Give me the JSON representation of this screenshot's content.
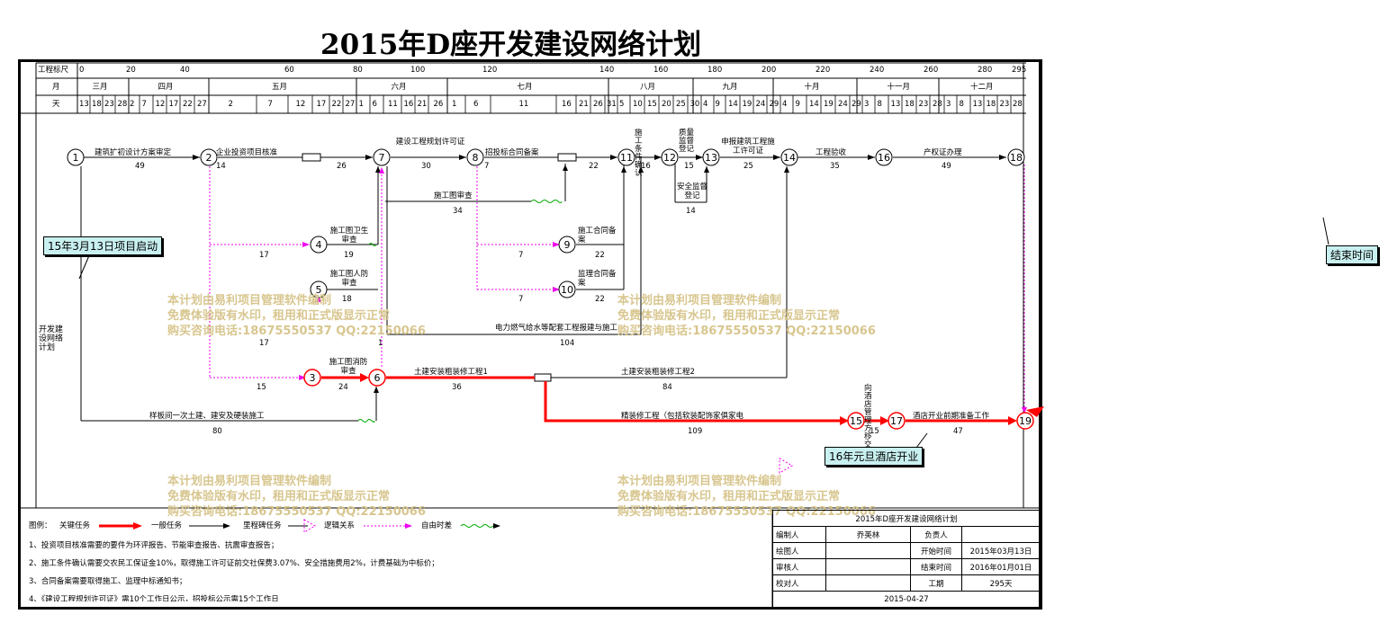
{
  "title": "2015年D座开发建设网络计划",
  "header": {
    "ruler_label": "工程标尺",
    "ruler_ticks": [
      "0",
      "20",
      "40",
      "60",
      "80",
      "100",
      "120",
      "140",
      "160",
      "180",
      "200",
      "220",
      "240",
      "260",
      "280",
      "295"
    ],
    "month_label": "月",
    "months": [
      "三月",
      "四月",
      "五月",
      "六月",
      "七月",
      "八月",
      "九月",
      "十月",
      "十一月",
      "十二月"
    ],
    "day_label": "天",
    "days": [
      "13",
      "18",
      "23",
      "28",
      "2",
      "7",
      "12",
      "17",
      "22",
      "27",
      "2",
      "7",
      "12",
      "17",
      "22",
      "27",
      "1",
      "6",
      "11",
      "16",
      "21",
      "26",
      "1",
      "6",
      "11",
      "16",
      "21",
      "26",
      "31",
      "5",
      "10",
      "15",
      "20",
      "25",
      "30",
      "4",
      "9",
      "14",
      "19",
      "24",
      "29",
      "4",
      "9",
      "14",
      "19",
      "24",
      "29",
      "3",
      "8",
      "13",
      "18",
      "23",
      "28",
      "3",
      "8",
      "13",
      "18",
      "23",
      "28"
    ]
  },
  "side_label": "开发建\n设网络\n计划",
  "nodes": [
    "1",
    "2",
    "3",
    "4",
    "5",
    "6",
    "7",
    "8",
    "9",
    "10",
    "11",
    "12",
    "13",
    "14",
    "15",
    "16",
    "17",
    "18",
    "19"
  ],
  "tasks": [
    {
      "name": "建筑扩初设计方案审定",
      "duration": "49"
    },
    {
      "name": "企业投资项目核准",
      "duration": "14"
    },
    {
      "name": "",
      "duration": "26"
    },
    {
      "name": "建设工程规划许可证",
      "duration": "30"
    },
    {
      "name": "招投标合同备案",
      "duration": "7"
    },
    {
      "name": "",
      "duration": "22"
    },
    {
      "name": "施工条件确认",
      "duration": "16"
    },
    {
      "name": "质量监督登记",
      "duration": "15"
    },
    {
      "name": "申报建筑工程施工许可证",
      "duration": "25"
    },
    {
      "name": "工程验收",
      "duration": "35"
    },
    {
      "name": "产权证办理",
      "duration": "49"
    },
    {
      "name": "安全监督登记",
      "duration": "14"
    },
    {
      "name": "施工图审查",
      "duration": "34"
    },
    {
      "name": "",
      "duration": "17"
    },
    {
      "name": "施工图卫生审查",
      "duration": "19"
    },
    {
      "name": "",
      "duration": "7"
    },
    {
      "name": "施工合同备案",
      "duration": "22"
    },
    {
      "name": "",
      "duration": "7"
    },
    {
      "name": "监理合同备案",
      "duration": "22"
    },
    {
      "name": "施工图人防审查",
      "duration": "18"
    },
    {
      "name": "",
      "duration": "17"
    },
    {
      "name": "",
      "duration": "1"
    },
    {
      "name": "电力燃气给水等配套工程报建与施工",
      "duration": "104"
    },
    {
      "name": "",
      "duration": "15"
    },
    {
      "name": "施工图消防审查",
      "duration": "24"
    },
    {
      "name": "土建安装粗装修工程1",
      "duration": "36"
    },
    {
      "name": "土建安装粗装修工程2",
      "duration": "84"
    },
    {
      "name": "样板间一次土建、建安及硬装施工",
      "duration": "80"
    },
    {
      "name": "精装修工程（包括软装配饰家俱家电",
      "duration": "109"
    },
    {
      "name": "向酒店管理方移交",
      "duration": "15"
    },
    {
      "name": "酒店开业前期准备工作",
      "duration": "47"
    }
  ],
  "callouts": {
    "start": "15年3月13日项目启动",
    "end": "结束时间",
    "open": "16年元旦酒店开业"
  },
  "watermark": [
    "本计划由易利项目管理软件编制",
    "免费体验版有水印，租用和正式版显示正常",
    "购买咨询电话:18675550537 QQ:22150066"
  ],
  "legend": {
    "label": "图例：",
    "critical": "关键任务",
    "normal": "一般任务",
    "milestone": "里程碑任务",
    "logic": "逻辑关系",
    "float": "自由时差"
  },
  "notes": [
    "1、投资项目核准需要的要件为环评报告、节能审查报告、抗震审查报告；",
    "2、施工条件确认需要交农民工保证金10%，取得施工许可证前交社保费3.07%、安全措施费用2%，计费基础为中标价；",
    "3、合同备案需要取得施工、监理中标通知书；",
    "4、《建设工程规划许可证》需10个工作日公示，招投标公示需15个工作日"
  ],
  "info_table": {
    "title": "2015年D座开发建设网络计划",
    "compiler_label": "编制人",
    "compiler": "乔英林",
    "owner_label": "负责人",
    "owner": "",
    "drawer_label": "绘图人",
    "drawer": "",
    "start_label": "开始时间",
    "start": "2015年03月13日",
    "reviewer_label": "审核人",
    "reviewer": "",
    "end_label": "结束时间",
    "end": "2016年01月01日",
    "checker_label": "校对人",
    "checker": "",
    "period_label": "工期",
    "period": "295天",
    "date": "2015-04-27"
  },
  "colors": {
    "critical": "#ff0000",
    "float": "#00aa00",
    "logic": "#ee00ee",
    "callout": "#c9f0f0",
    "watermark": "#d6c48a"
  }
}
